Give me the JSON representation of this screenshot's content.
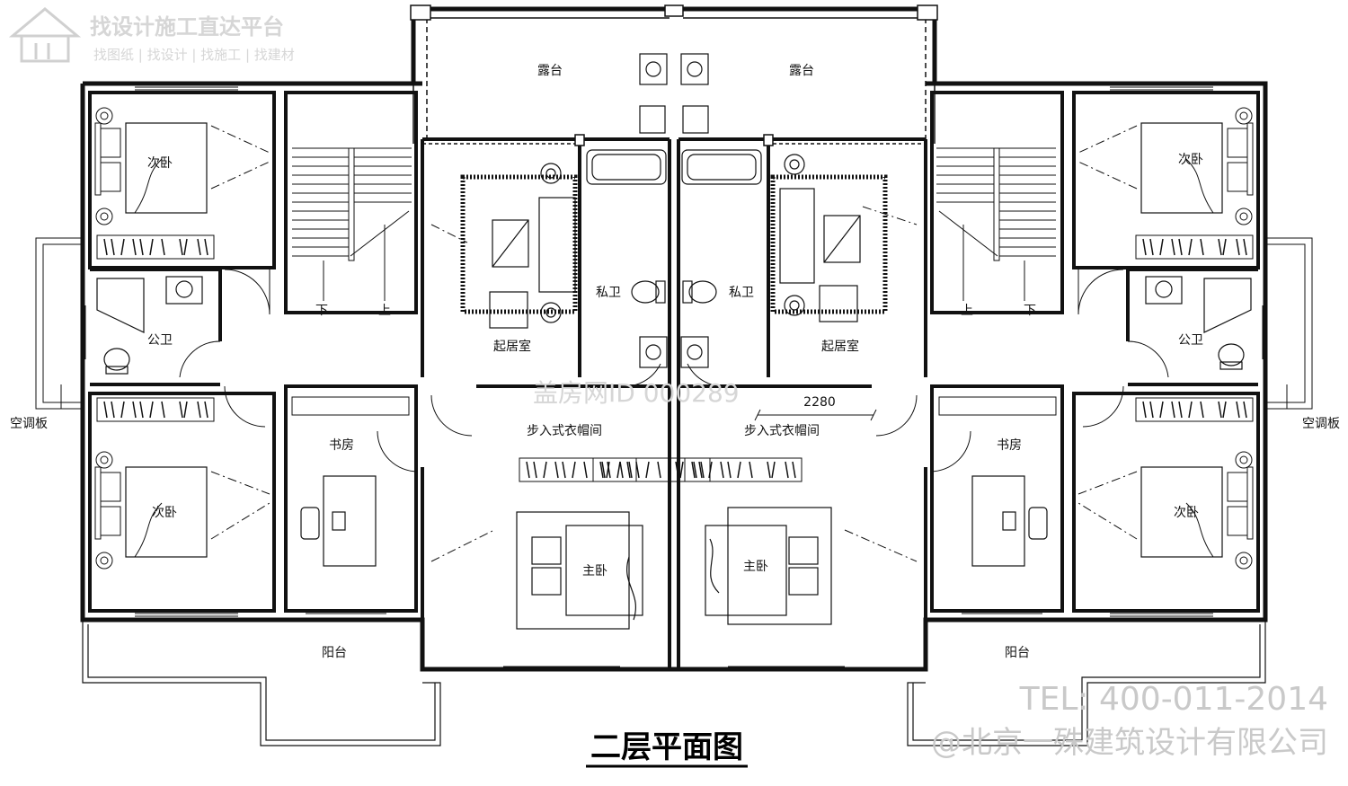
{
  "brand": {
    "name": "找设计施工直达平台",
    "tagline": "找图纸 | 找设计 | 找施工 | 找建材"
  },
  "plan_title": "二层平面图",
  "watermark": {
    "id": "盖房网ID 000289",
    "tel": "TEL: 400-011-2014",
    "company": "@北京一殊建筑设计有限公司"
  },
  "dimension": "2280",
  "rooms": {
    "terrace_left": "露台",
    "terrace_right": "露台",
    "bed_tl": "次卧",
    "bed_tr": "次卧",
    "bed_bl": "次卧",
    "bed_br": "次卧",
    "bath_pub_left": "公卫",
    "bath_pub_right": "公卫",
    "bath_priv_left": "私卫",
    "bath_priv_right": "私卫",
    "living_left": "起居室",
    "living_right": "起居室",
    "study_left": "书房",
    "study_right": "书房",
    "closet_left": "步入式衣帽间",
    "closet_right": "步入式衣帽间",
    "master_left": "主卧",
    "master_right": "主卧",
    "balcony_left": "阳台",
    "balcony_right": "阳台",
    "ac_left": "空调板",
    "ac_right": "空调板"
  },
  "stairs": {
    "down_left": "下",
    "up_left": "上",
    "up_right": "上",
    "down_right": "下"
  }
}
